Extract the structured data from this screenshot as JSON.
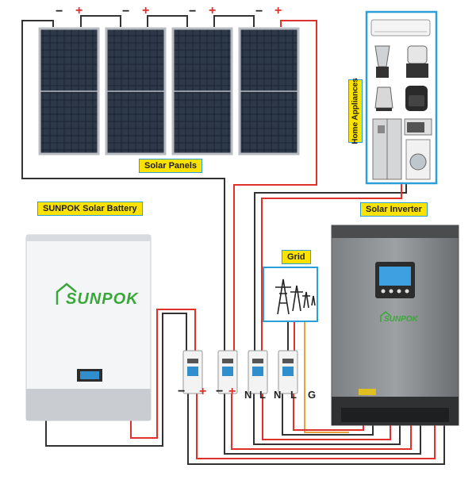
{
  "labels": {
    "solar_panels": "Solar Panels",
    "solar_battery": "SUNPOK Solar Battery",
    "solar_inverter": "Solar Inverter",
    "grid": "Grid",
    "home_appliances": "Home Appliances"
  },
  "brand": {
    "battery_logo": "SUNPOK",
    "inverter_logo": "SUNPOK",
    "green": "#3aa73a"
  },
  "terminals": {
    "panel_minus": "−",
    "panel_plus": "+",
    "bottom": [
      "−",
      "+",
      "−",
      "+",
      "N",
      "L",
      "N",
      "L",
      "G"
    ]
  },
  "colors": {
    "positive_wire": "#e0302c",
    "negative_wire": "#333333",
    "ground_wire": "#e8a23a",
    "label_bg": "#fbe200",
    "label_border": "#2a9fd8"
  }
}
